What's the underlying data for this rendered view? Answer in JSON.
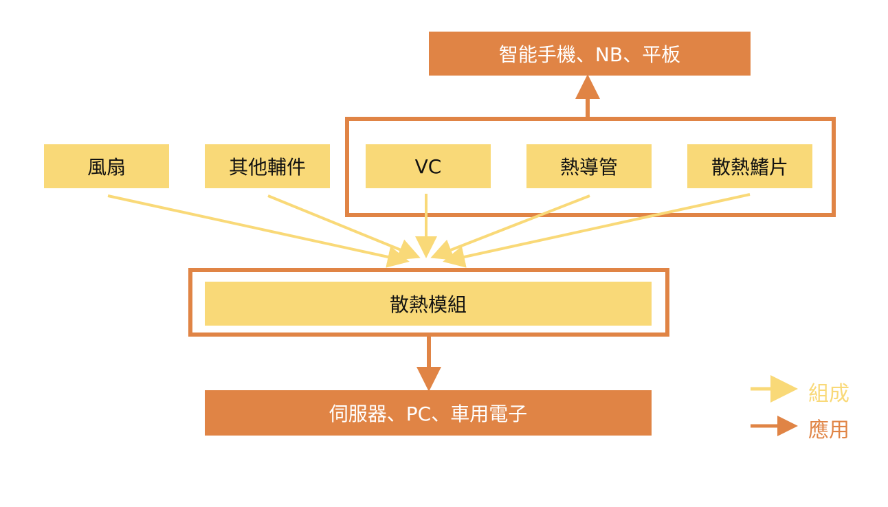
{
  "top_app": {
    "label": "智能手機、NB、平板"
  },
  "components": [
    {
      "id": "fan",
      "label": "風扇"
    },
    {
      "id": "other",
      "label": "其他輔件"
    },
    {
      "id": "vc",
      "label": "VC"
    },
    {
      "id": "heatpipe",
      "label": "熱導管"
    },
    {
      "id": "fin",
      "label": "散熱鰭片"
    }
  ],
  "module": {
    "label": "散熱模組"
  },
  "bottom_app": {
    "label": "伺服器、PC、車用電子"
  },
  "legend": {
    "compose": {
      "label": "組成",
      "color": "#f9d978"
    },
    "apply": {
      "label": "應用",
      "color": "#e08445"
    }
  }
}
